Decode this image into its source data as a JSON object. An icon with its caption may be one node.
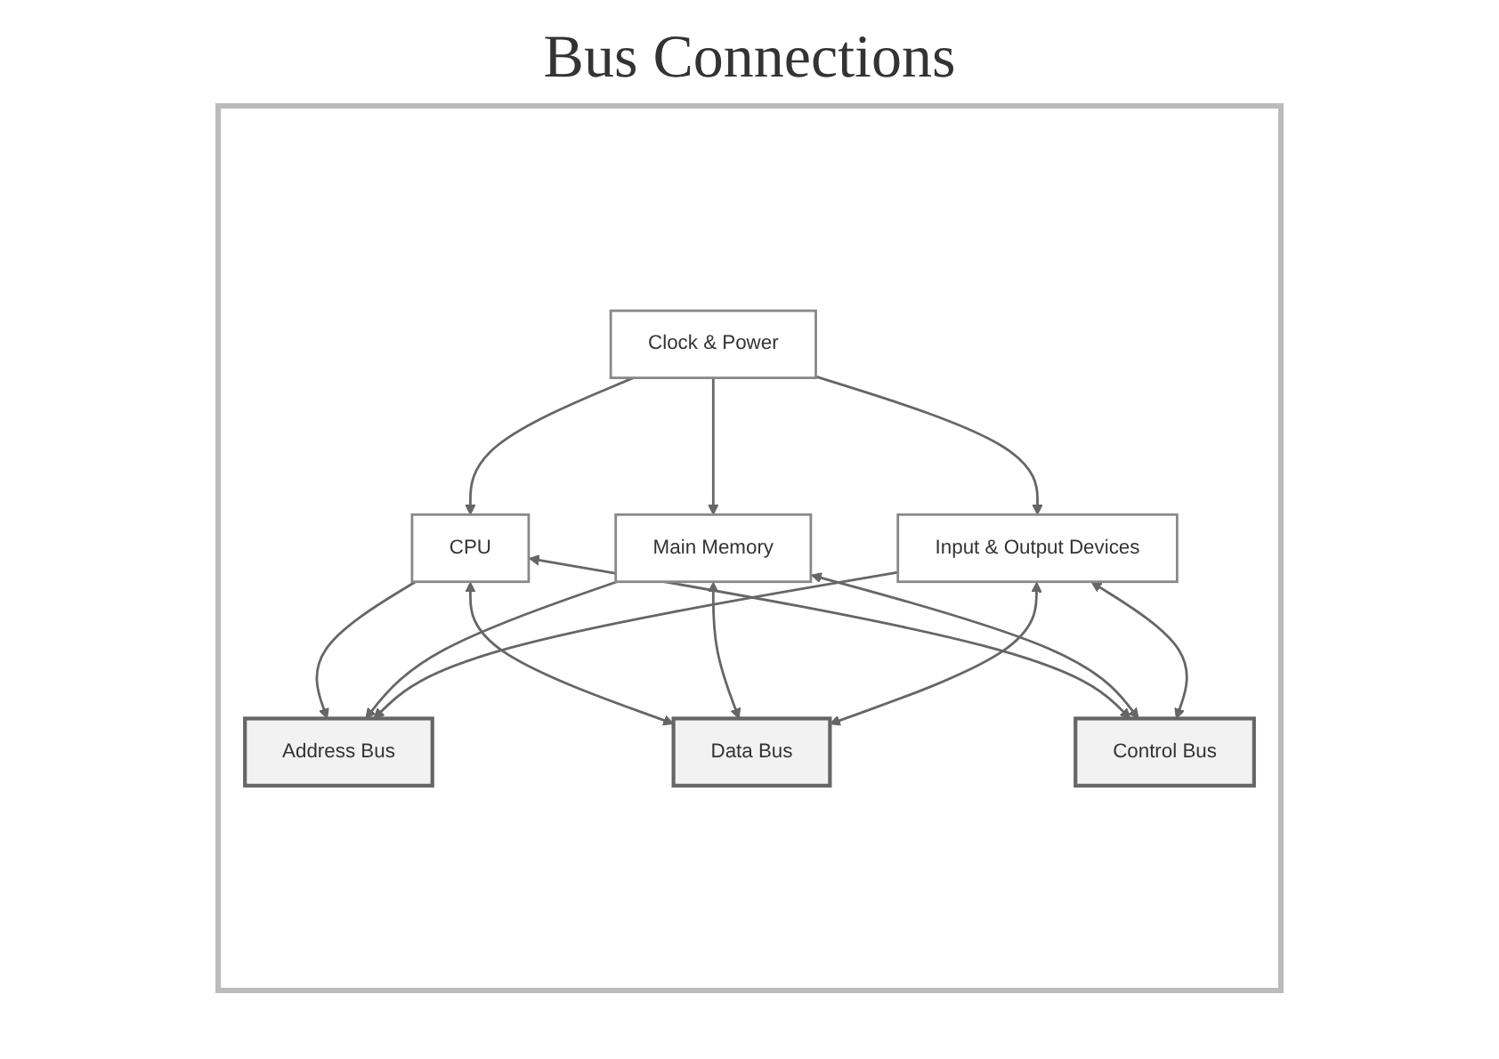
{
  "diagram": {
    "title": "Bus Connections",
    "nodes": [
      {
        "text": [
          "Clock & Power"
        ]
      },
      {
        "text": [
          "CPU"
        ]
      },
      {
        "text": [
          "Main Memory"
        ]
      },
      {
        "text": [
          "Input & Output Devices"
        ]
      },
      {
        "text": [
          "Address Bus"
        ]
      },
      {
        "text": [
          "Data Bus"
        ]
      },
      {
        "text": [
          "Control Bus"
        ]
      }
    ],
    "edges": [
      {
        "from": 0,
        "to": 1,
        "arrow": "to"
      },
      {
        "from": 0,
        "to": 2,
        "arrow": "to"
      },
      {
        "from": 0,
        "to": 3,
        "arrow": "to"
      },
      {
        "from": 1,
        "to": 4,
        "arrow": "to"
      },
      {
        "from": 1,
        "to": 5,
        "arrow": "both"
      },
      {
        "from": 1,
        "to": 6,
        "arrow": "both"
      },
      {
        "from": 2,
        "to": 4,
        "arrow": "to"
      },
      {
        "from": 2,
        "to": 5,
        "arrow": "both"
      },
      {
        "from": 2,
        "to": 6,
        "arrow": "both"
      },
      {
        "from": 3,
        "to": 4,
        "arrow": "to"
      },
      {
        "from": 3,
        "to": 5,
        "arrow": "both"
      },
      {
        "from": 3,
        "to": 6,
        "arrow": "both"
      }
    ]
  }
}
